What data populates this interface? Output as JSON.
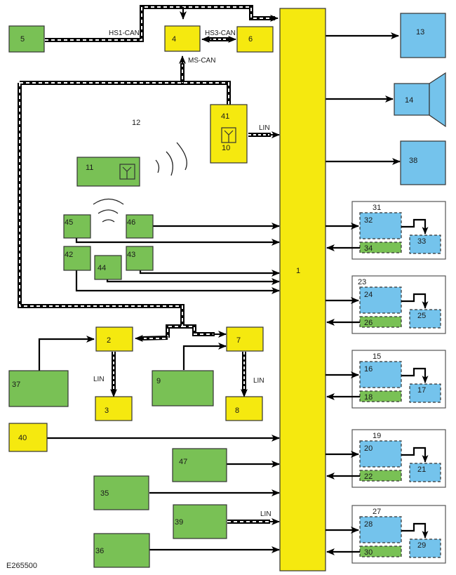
{
  "diagram": {
    "reference_code": "E265500",
    "colors": {
      "yellow": "#f5e90f",
      "green": "#79c155",
      "blue": "#74c3ec",
      "border": "#333333",
      "line": "#000000"
    },
    "bus_labels": {
      "hs1_can": "HS1-CAN",
      "hs3_can": "HS3-CAN",
      "ms_can": "MS-CAN",
      "lin_41": "LIN",
      "lin_2_3": "LIN",
      "lin_7_8": "LIN",
      "lin_39": "LIN"
    },
    "area_label": "12",
    "central_module": "1",
    "modules": {
      "m2": "2",
      "m3": "3",
      "m4": "4",
      "m5": "5",
      "m6": "6",
      "m7": "7",
      "m8": "8",
      "m9": "9",
      "m10": "10",
      "m11": "11",
      "m13": "13",
      "m14": "14",
      "m35": "35",
      "m36": "36",
      "m37": "37",
      "m38": "38",
      "m39": "39",
      "m40": "40",
      "m41": "41",
      "m42": "42",
      "m43": "43",
      "m44": "44",
      "m45": "45",
      "m46": "46",
      "m47": "47"
    },
    "groups": [
      {
        "label": "31",
        "main": "32",
        "target": "33",
        "feedback": "34"
      },
      {
        "label": "23",
        "main": "24",
        "target": "25",
        "feedback": "26"
      },
      {
        "label": "15",
        "main": "16",
        "target": "17",
        "feedback": "18"
      },
      {
        "label": "19",
        "main": "20",
        "target": "21",
        "feedback": "22"
      },
      {
        "label": "27",
        "main": "28",
        "target": "29",
        "feedback": "30"
      }
    ]
  }
}
